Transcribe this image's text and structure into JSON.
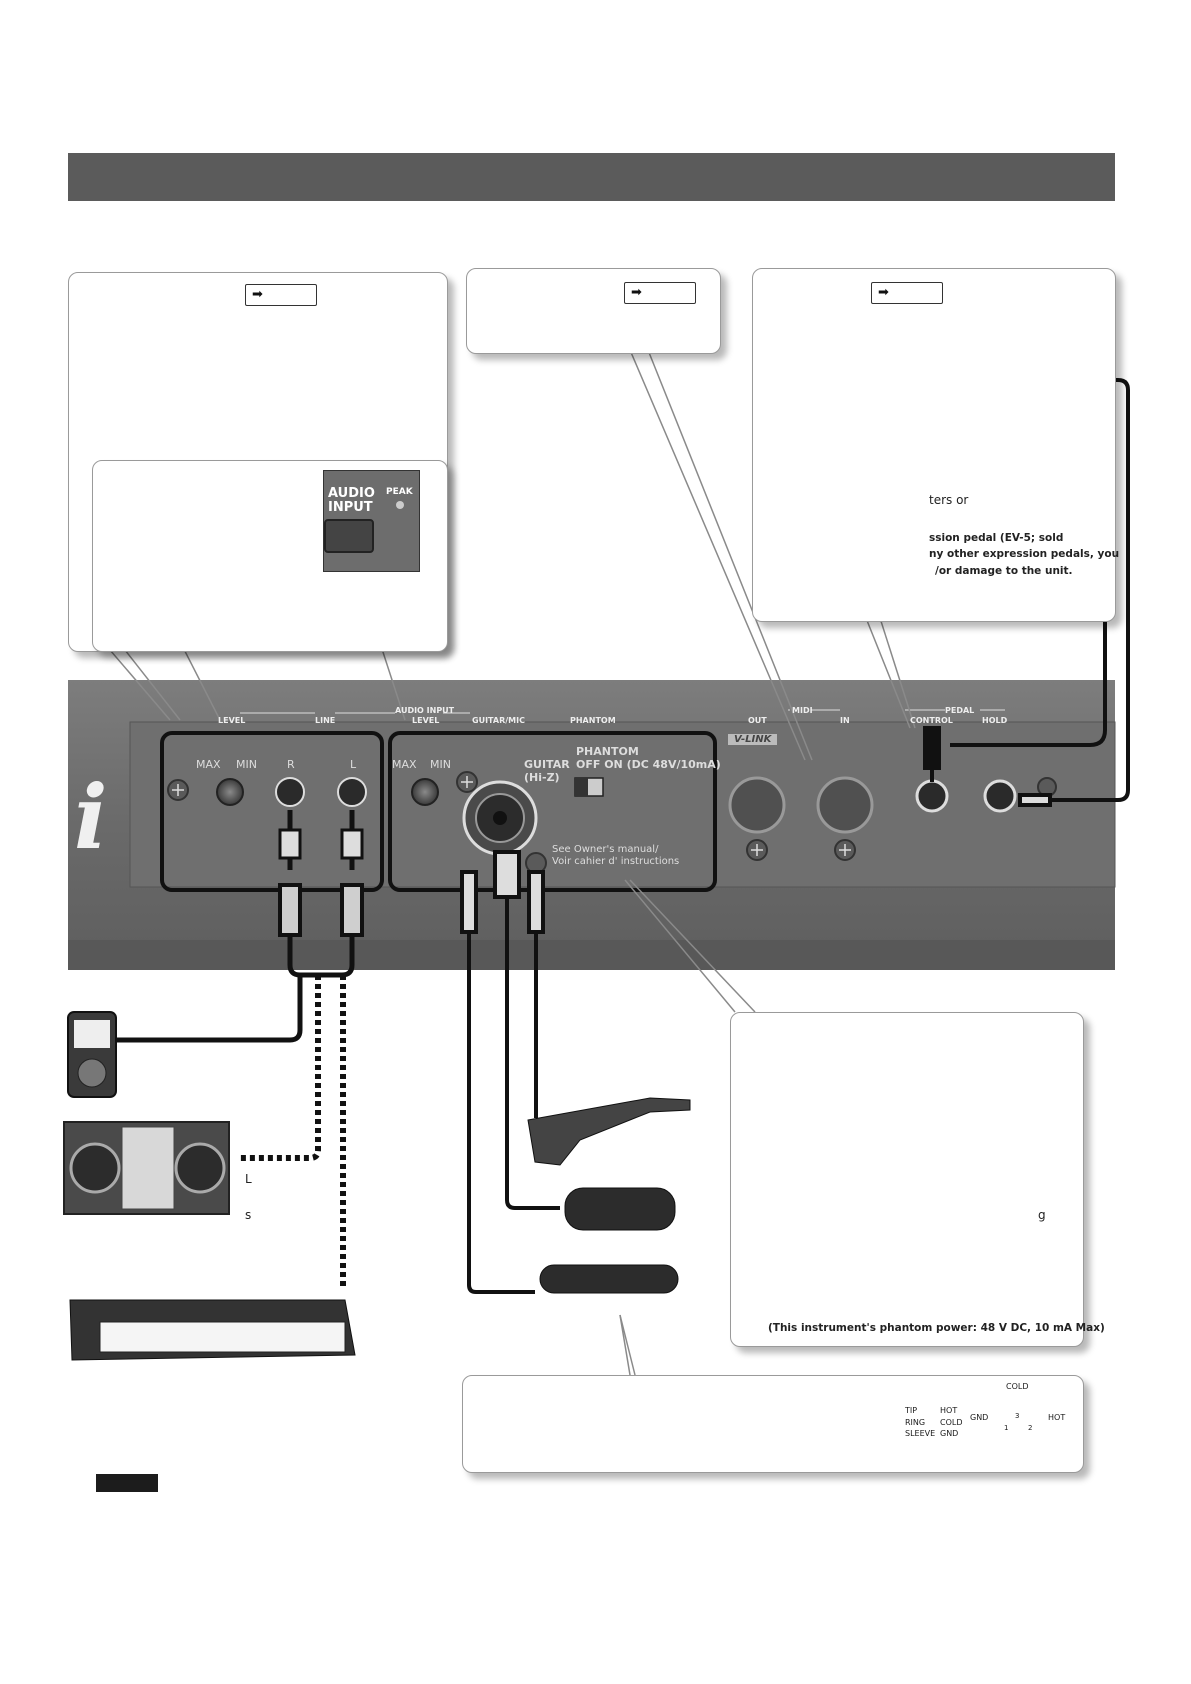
{
  "header": {
    "title": ""
  },
  "callouts": {
    "expression_pedal_note": {
      "line1": "ters or",
      "line2": "ssion pedal (EV-5; sold",
      "line3": "ny other expression pedals, you",
      "line4": "/or damage to the unit."
    },
    "phantom_note": "(This instrument's phantom power: 48 V DC, 10 mA Max)",
    "guitar_fragment": "g",
    "stereo_fragment_l": "L",
    "stereo_fragment_s": "s",
    "audio_input_button": {
      "line1": "AUDIO",
      "line2": "INPUT",
      "peak": "PEAK"
    }
  },
  "panel": {
    "section_line": {
      "level": "LEVEL",
      "line": "LINE"
    },
    "section_audio_input": {
      "title": "AUDIO INPUT",
      "level": "LEVEL",
      "guitar_mic": "GUITAR/MIC",
      "phantom": "PHANTOM"
    },
    "section_midi": {
      "title": "MIDI",
      "out": "OUT",
      "in": "IN"
    },
    "section_pedal": {
      "title": "PEDAL",
      "control": "CONTROL",
      "hold": "HOLD"
    },
    "line_max": "MAX",
    "line_min": "MIN",
    "line_r": "R",
    "line_l": "L",
    "gm_max": "MAX",
    "gm_min": "MIN",
    "guitar_label": "GUITAR",
    "hiz_label": "(Hi-Z)",
    "phantom_title": "PHANTOM",
    "phantom_off_on": "OFF   ON (DC 48V/10mA)",
    "manual1": "See Owner's manual/",
    "manual2": "Voir cahier d' instructions",
    "vlink": "V-LINK",
    "logo_letter": "i"
  },
  "jack_diagram": {
    "tip": "TIP",
    "ring": "RING",
    "sleeve": "SLEEVE",
    "hot": "HOT",
    "cold": "COLD",
    "gnd": "GND"
  },
  "xlr_diagram": {
    "cold": "COLD",
    "gnd": "GND",
    "hot": "HOT",
    "pin1": "1",
    "pin2": "2",
    "pin3": "3"
  },
  "colors": {
    "panel": "#6e6e6e",
    "header": "#5b5b5b",
    "outline": "#111111",
    "callout_border": "#9a9a9a"
  }
}
